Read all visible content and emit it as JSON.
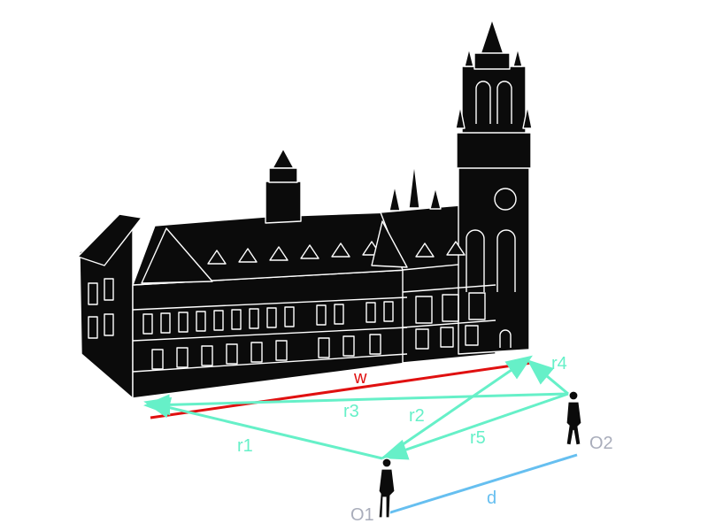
{
  "colors": {
    "width_line": "#e01010",
    "rays": "#66f0c8",
    "baseline": "#66bff0",
    "observer_labels": "#a9adbb",
    "building_fill": "#0b0b0b",
    "building_edges": "#ffffff"
  },
  "labels": {
    "width": "w",
    "baseline": "d",
    "observer_1": "O1",
    "observer_2": "O2",
    "rays": [
      "r1",
      "r2",
      "r3",
      "r4",
      "r5"
    ]
  }
}
